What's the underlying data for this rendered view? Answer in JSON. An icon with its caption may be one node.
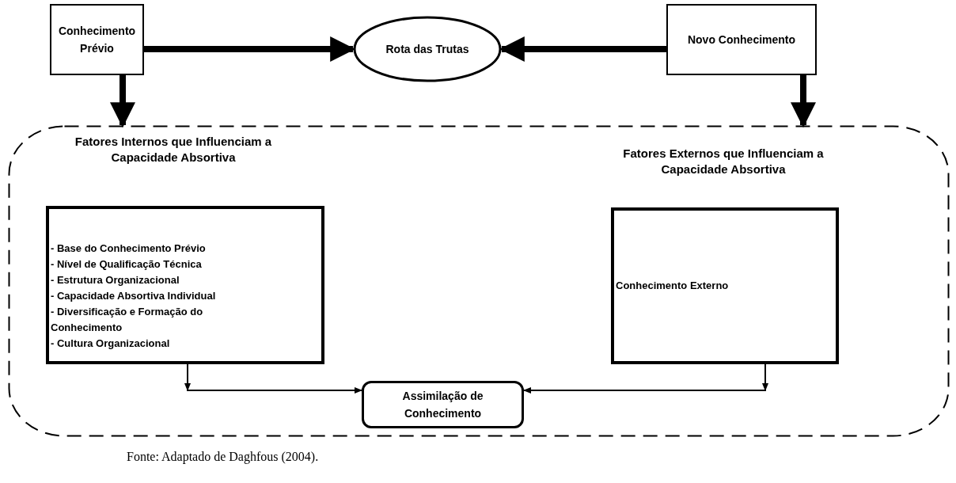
{
  "diagram": {
    "caption": "Fonte: Adaptado de Daghfous (2004).",
    "nodes": [
      {
        "text": [
          "Conhecimento Prévio"
        ]
      },
      {
        "text": [
          "Rota das Trutas"
        ]
      },
      {
        "text": [
          "Novo Conhecimento"
        ]
      },
      {
        "text": [],
        "shape": "box"
      },
      {
        "text": [
          "Fatores Internos que Influenciam a Capacidade Absortiva",
          "- Base do Conhecimento Prévio",
          "- Nível de Qualificação Técnica",
          "- Estrutura  Organizacional",
          "- Capacidade Absortiva Individual",
          "- Diversificação e Formação do Conhecimento",
          "- Cultura Organizacional"
        ],
        "in": 3
      },
      {
        "text": [
          "Fatores Externos que Influenciam a Capacidade Absortiva",
          "Conhecimento Externo"
        ],
        "in": 3
      },
      {
        "text": [
          "Assimilação de Conhecimento"
        ],
        "in": 3
      }
    ],
    "edges": [
      {
        "from": 0,
        "to": 1,
        "arrow": "to"
      },
      {
        "from": 2,
        "to": 1,
        "arrow": "to"
      },
      {
        "from": 0,
        "to": 3,
        "arrow": "to"
      },
      {
        "from": 2,
        "to": 3,
        "arrow": "to"
      },
      {
        "from": 4,
        "to": 6,
        "arrow": "to"
      },
      {
        "from": 5,
        "to": 6,
        "arrow": "to"
      }
    ]
  }
}
